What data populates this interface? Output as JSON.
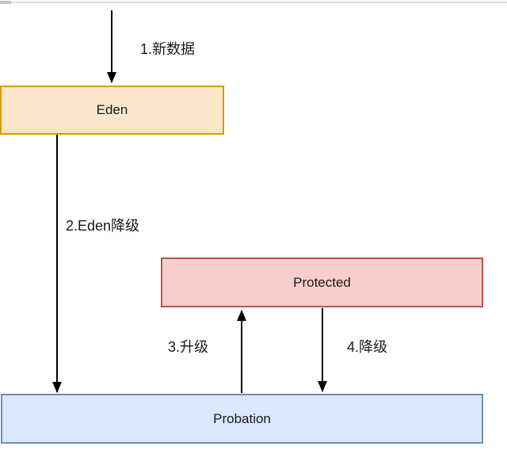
{
  "diagram": {
    "nodes": {
      "eden": {
        "label": "Eden"
      },
      "protected": {
        "label": "Protected"
      },
      "probation": {
        "label": "Probation"
      }
    },
    "edges": {
      "new_data": {
        "label": "1.新数据",
        "from": "outside",
        "to": "eden"
      },
      "eden_demote": {
        "label": "2.Eden降级",
        "from": "eden",
        "to": "probation"
      },
      "promote": {
        "label": "3.升级",
        "from": "probation",
        "to": "protected"
      },
      "demote": {
        "label": "4.降级",
        "from": "protected",
        "to": "probation"
      }
    },
    "colors": {
      "eden_fill": "#fce6cb",
      "eden_border": "#d79b00",
      "protected_fill": "#f8cecc",
      "protected_border": "#b85450",
      "probation_fill": "#dae8fc",
      "probation_border": "#6c8ebf",
      "arrow": "#000000",
      "background": "#ffffff"
    }
  }
}
